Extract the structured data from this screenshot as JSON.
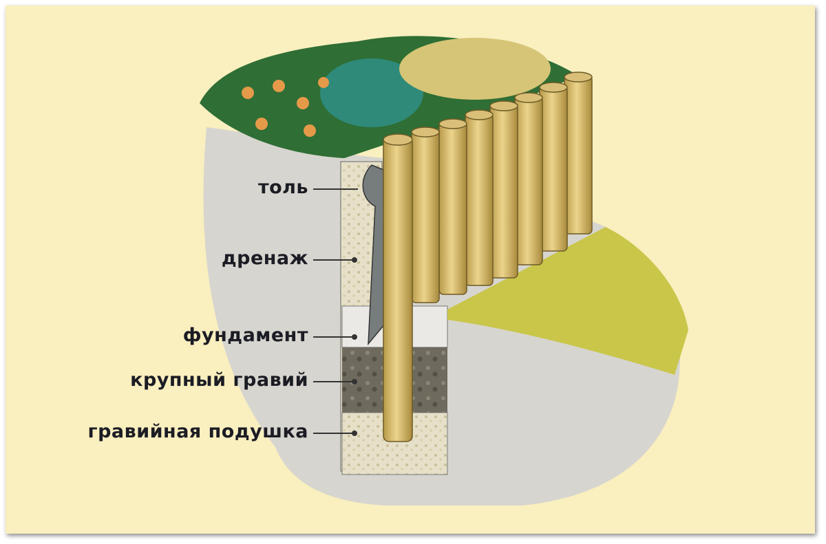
{
  "labels": {
    "roofing_felt": "толь",
    "drainage": "дренаж",
    "foundation": "фундамент",
    "coarse_gravel": "крупный гравий",
    "gravel_cushion": "гравийная подушка"
  }
}
